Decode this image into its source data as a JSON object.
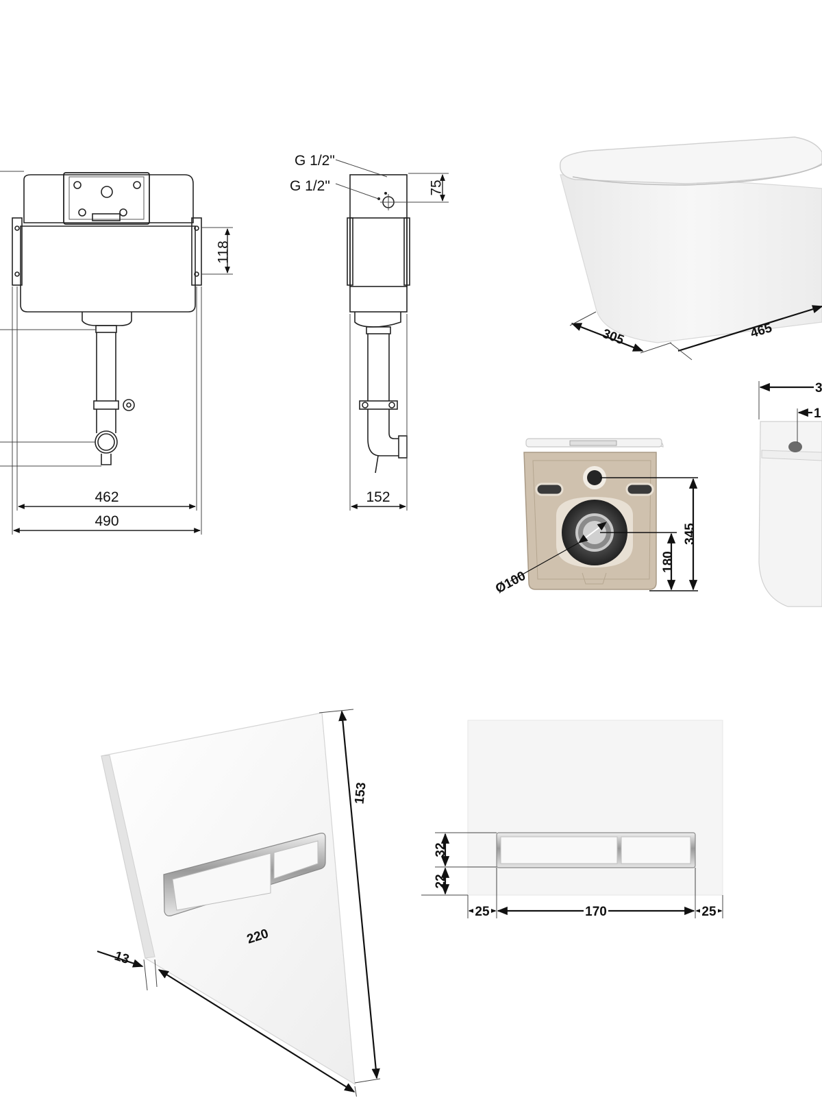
{
  "cistern_front": {
    "dim_top_offset": "118",
    "dim_inner_width": "462",
    "dim_outer_width": "490"
  },
  "cistern_side": {
    "inlet_label_1": "G 1/2\"",
    "inlet_label_2": "G 1/2\"",
    "dim_inlet_height": "75",
    "dim_depth": "152"
  },
  "toilet_3d": {
    "dim_width": "305",
    "dim_length": "465"
  },
  "toilet_rear": {
    "dim_outlet_diameter": "Ø100",
    "dim_outlet_height": "180",
    "dim_inlet_height": "345"
  },
  "toilet_side_partial": {
    "dim_a": "3",
    "dim_b": "1"
  },
  "flush_plate_3d": {
    "dim_height": "153",
    "dim_width": "220",
    "dim_thickness": "13"
  },
  "flush_plate_front": {
    "dim_button_height": "32",
    "dim_button_bottom": "22",
    "dim_side_left": "25",
    "dim_button_width": "170",
    "dim_side_right": "25"
  },
  "colors": {
    "ceramic_back": "#cfc1ae",
    "ceramic_white": "#f4f4f4",
    "line": "#222222"
  }
}
